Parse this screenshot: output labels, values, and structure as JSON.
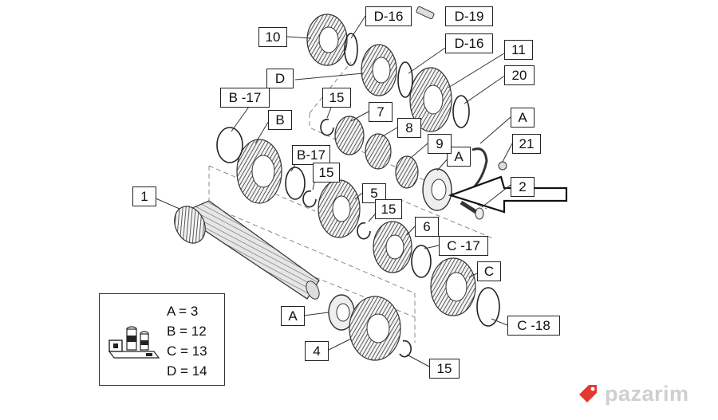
{
  "labels": {
    "l10": "10",
    "lD16a": "D-16",
    "lD19": "D-19",
    "lD": "D",
    "lD16b": "D-16",
    "l11": "11",
    "l20": "20",
    "lB17a": "B -17",
    "lB": "B",
    "l15a": "15",
    "l7": "7",
    "l8": "8",
    "lA1": "A",
    "l21": "21",
    "lA2": "A",
    "l9": "9",
    "l2": "2",
    "lB17b": "B-17",
    "l15b": "15",
    "l5": "5",
    "l15c": "15",
    "l1": "1",
    "l6": "6",
    "lC17": "C -17",
    "lC": "C",
    "lA3": "A",
    "lC18": "C -18",
    "l4": "4",
    "l15d": "15"
  },
  "legend": {
    "rows": [
      {
        "key": "A",
        "value": "3"
      },
      {
        "key": "B",
        "value": "12"
      },
      {
        "key": "C",
        "value": "13"
      },
      {
        "key": "D",
        "value": "14"
      }
    ],
    "separator": "="
  },
  "watermark": {
    "text": "pazarim",
    "accent": "#e23a2e"
  },
  "colors": {
    "line": "#222222",
    "gear": "#444444",
    "dashed": "#888888"
  }
}
